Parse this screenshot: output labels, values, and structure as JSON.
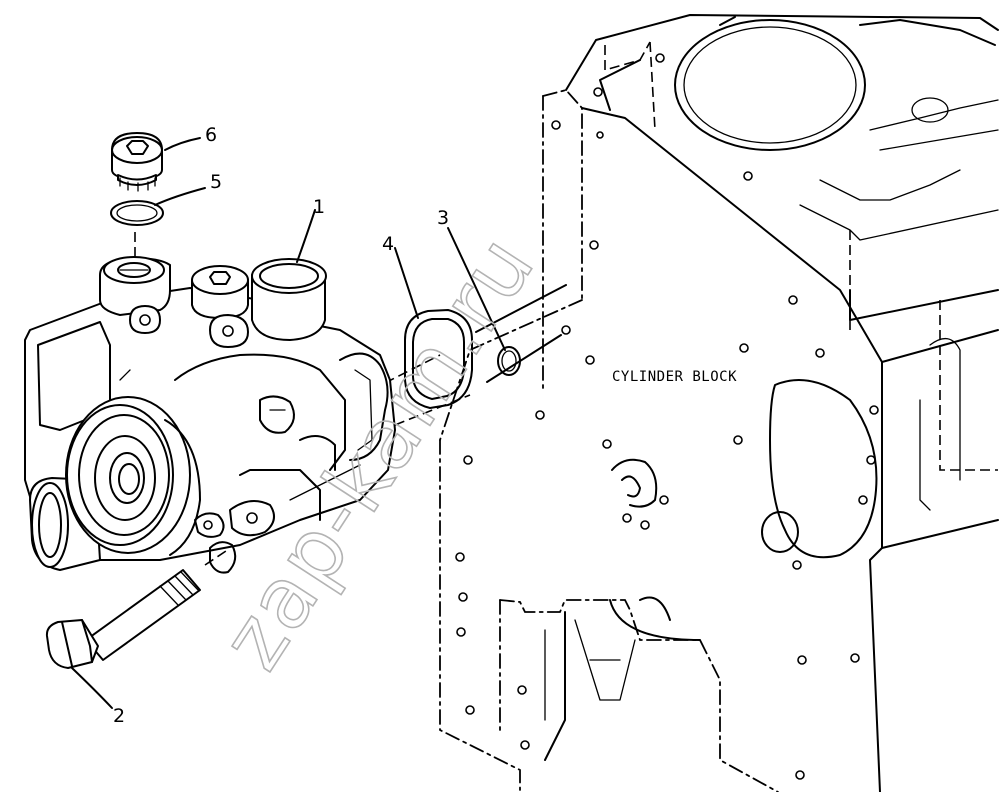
{
  "callouts": [
    "1",
    "2",
    "3",
    "4",
    "5",
    "6"
  ],
  "block_label": "CYLINDER BLOCK",
  "watermark": "zap-kam.ru"
}
